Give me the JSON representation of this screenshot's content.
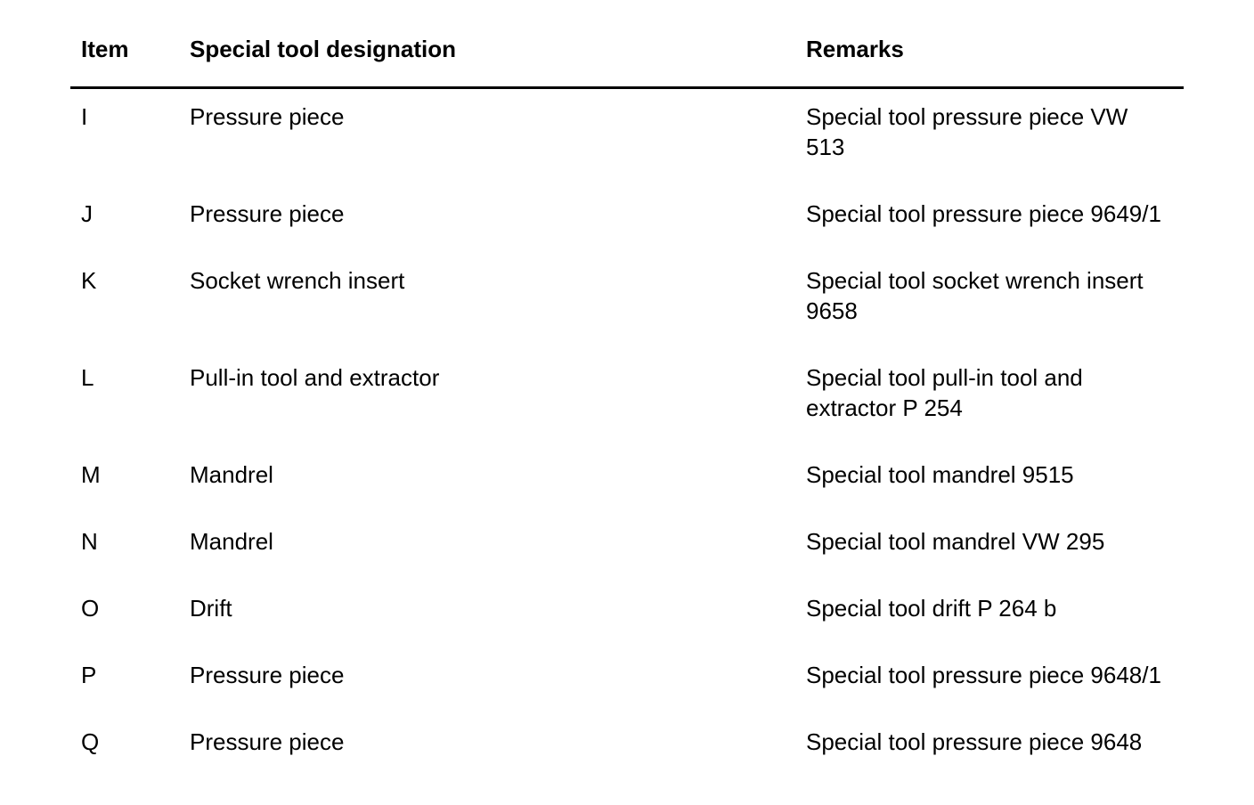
{
  "page": {
    "background_color": "#ffffff",
    "text_color": "#000000",
    "rule_color": "#000000"
  },
  "table": {
    "headers": {
      "item": "Item",
      "designation": "Special tool designation",
      "remarks": "Remarks"
    },
    "rows": [
      {
        "item": "I",
        "designation": "Pressure piece",
        "remarks": "Special tool pressure piece VW\n513"
      },
      {
        "item": "J",
        "designation": "Pressure piece",
        "remarks": "Special tool pressure piece 9649/1"
      },
      {
        "item": "K",
        "designation": "Socket wrench insert",
        "remarks": "Special tool socket wrench insert\n9658"
      },
      {
        "item": "L",
        "designation": "Pull-in tool and extractor",
        "remarks": "Special tool pull-in tool and\nextractor P 254"
      },
      {
        "item": "M",
        "designation": "Mandrel",
        "remarks": "Special tool mandrel 9515"
      },
      {
        "item": "N",
        "designation": "Mandrel",
        "remarks": "Special tool mandrel VW 295"
      },
      {
        "item": "O",
        "designation": "Drift",
        "remarks": "Special tool drift P 264 b"
      },
      {
        "item": "P",
        "designation": "Pressure piece",
        "remarks": "Special tool pressure piece 9648/1"
      },
      {
        "item": "Q",
        "designation": "Pressure piece",
        "remarks": "Special tool pressure piece 9648"
      }
    ]
  }
}
